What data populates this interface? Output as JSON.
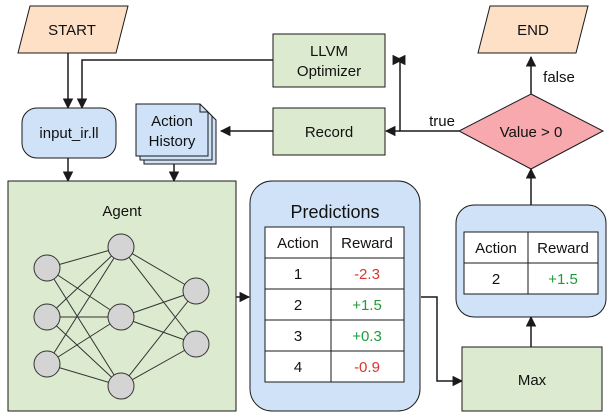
{
  "nodes": {
    "start": "START",
    "end": "END",
    "input": "input_ir.ll",
    "optimizer_line1": "LLVM",
    "optimizer_line2": "Optimizer",
    "record": "Record",
    "history_line1": "Action",
    "history_line2": "History",
    "agent": "Agent",
    "decision": "Value > 0",
    "max": "Max"
  },
  "edge_labels": {
    "true": "true",
    "false": "false"
  },
  "predictions": {
    "title": "Predictions",
    "headers": [
      "Action",
      "Reward"
    ],
    "rows": [
      {
        "action": "1",
        "reward": "-2.3"
      },
      {
        "action": "2",
        "reward": "+1.5"
      },
      {
        "action": "3",
        "reward": "+0.3"
      },
      {
        "action": "4",
        "reward": "-0.9"
      }
    ]
  },
  "best": {
    "headers": [
      "Action",
      "Reward"
    ],
    "row": {
      "action": "2",
      "reward": "+1.5"
    }
  },
  "colors": {
    "io_fill": "#fde0c5",
    "process_fill": "#dcebcf",
    "data_fill": "#cfe2f7",
    "decision_fill": "#f7a9ae",
    "positive": "#1f9c3a",
    "negative": "#d9362f"
  }
}
